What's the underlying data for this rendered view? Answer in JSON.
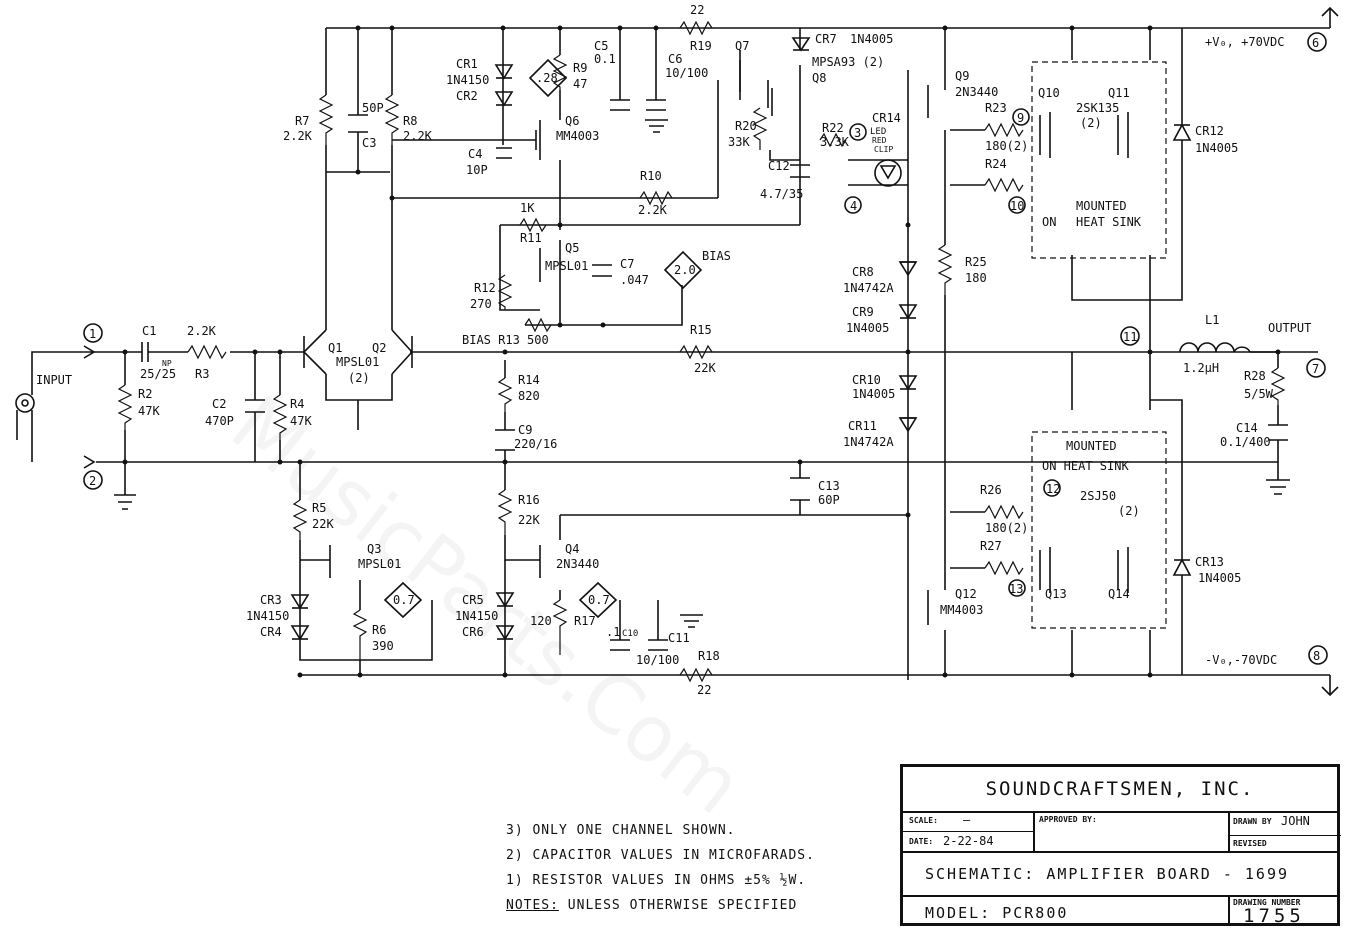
{
  "watermark": "MusicParts.Com",
  "rails": {
    "positive": "+V₀, +70VDC",
    "positive_node": "6",
    "negative": "-V₀,-70VDC",
    "negative_node": "8"
  },
  "io": {
    "input": "INPUT",
    "input_node": "1",
    "ground_node": "2",
    "output": "OUTPUT",
    "output_node": "7",
    "node11": "11"
  },
  "parts": {
    "C1": "C1",
    "C1v": "25/25",
    "np": "NP",
    "R3n": "R3",
    "R3v": "2.2K",
    "R2n": "R2",
    "R2v": "47K",
    "C2n": "C2",
    "C2v": "470P",
    "R4n": "R4",
    "R4v": "47K",
    "R7n": "R7",
    "R7v": "2.2K",
    "C3n": "C3",
    "C3v": "50P",
    "R8n": "R8",
    "R8v": "2.2K",
    "Q1": "Q1",
    "Q2": "Q2",
    "Q12type": "MPSL01",
    "Q12cnt": "(2)",
    "CR1": "CR1",
    "CR1t": "1N4150",
    "CR2": "CR2",
    "vb1": ".28",
    "R9n": "R9",
    "R9v": "47",
    "Q6": "Q6",
    "Q6t": "MM4003",
    "C4n": "C4",
    "C4v": "10P",
    "C5n": "C5",
    "C5v": "0.1",
    "C6n": "C6",
    "C6v": "10/100",
    "R19n": "R19",
    "R19v": "22",
    "Q7": "Q7",
    "Q8": "Q8",
    "Q78t": "MPSA93 (2)",
    "CR7": "CR7",
    "CR7t": "1N4005",
    "R20n": "R20",
    "R20v": "33K",
    "C12n": "C12",
    "C12v": "4.7/35",
    "R22n": "R22",
    "R22v": "3.3K",
    "CR14": "CR14",
    "CR14t": "LED",
    "red": "RED",
    "clip": "CLIP",
    "n3": "3",
    "n4": "4",
    "R10n": "R10",
    "R10v": "2.2K",
    "R11n": "R11",
    "R11v": "1K",
    "Q5": "Q5",
    "Q5t": "MPSL01",
    "C7n": "C7",
    "C7v": ".047",
    "vb2": "2.0",
    "bias": "BIAS",
    "R12n": "R12",
    "R12v": "270",
    "R13": "BIAS R13 500",
    "R15n": "R15",
    "R15v": "22K",
    "R14n": "R14",
    "R14v": "820",
    "C9n": "C9",
    "C9v": "220/16",
    "R16n": "R16",
    "R16v": "22K",
    "Q4": "Q4",
    "Q4t": "2N3440",
    "R5n": "R5",
    "R5v": "22K",
    "Q3": "Q3",
    "Q3t": "MPSL01",
    "CR3": "CR3",
    "CR3t": "1N4150",
    "CR4": "CR4",
    "R6n": "R6",
    "R6v": "390",
    "vb3": "0.7",
    "CR5": "CR5",
    "CR5t": "1N4150",
    "CR6": "CR6",
    "R17n": "R17",
    "R17v": "120",
    "vb4": "0.7",
    "C10v": ".1",
    "C10n": "C10",
    "C11n": "C11",
    "C11v": "10/100",
    "R18n": "R18",
    "R18v": "22",
    "C13n": "C13",
    "C13v": "60P",
    "CR8": "CR8",
    "CR8t": "1N4742A",
    "CR9": "CR9",
    "CR9t": "1N4005",
    "CR10": "CR10",
    "CR10t": "1N4005",
    "CR11": "CR11",
    "CR11t": "1N4742A",
    "Q9": "Q9",
    "Q9t": "2N3440",
    "Q12": "Q12",
    "Q12t": "MM4003",
    "R25n": "R25",
    "R25v": "180",
    "R23n": "R23",
    "R23v": "180(2)",
    "R24n": "R24",
    "n9": "9",
    "n10": "10",
    "Q10": "Q10",
    "Q11": "Q11",
    "Q1011t": "2SK135",
    "Q1011c": "(2)",
    "mount1a": "MOUNTED",
    "mount1b": "ON",
    "mount1c": "HEAT SINK",
    "CR12": "CR12",
    "CR12t": "1N4005",
    "R26n": "R26",
    "R26v": "180(2)",
    "R27n": "R27",
    "n12": "12",
    "n13": "13",
    "Q13": "Q13",
    "Q14": "Q14",
    "Q1314t": "2SJ50",
    "Q1314c": "(2)",
    "mount2a": "MOUNTED",
    "mount2b": "ON HEAT SINK",
    "CR13": "CR13",
    "CR13t": "1N4005",
    "L1n": "L1",
    "L1v": "1.2μH",
    "R28n": "R28",
    "R28v": "5/5W",
    "C14n": "C14",
    "C14v": "0.1/400"
  },
  "notes": [
    "3) ONLY ONE CHANNEL SHOWN.",
    "2) CAPACITOR VALUES IN MICROFARADS.",
    "1) RESISTOR VALUES IN OHMS ±5% ½W.",
    "UNLESS OTHERWISE SPECIFIED"
  ],
  "notes_head": "NOTES:",
  "titleblock": {
    "company": "SOUNDCRAFTSMEN, INC.",
    "scale_label": "SCALE:",
    "scale_value": "—",
    "date_label": "DATE:",
    "date_value": "2-22-84",
    "approved_label": "APPROVED BY:",
    "drawn_label": "DRAWN BY",
    "drawn_value": "JOHN",
    "revised_label": "REVISED",
    "title": "SCHEMATIC: AMPLIFIER BOARD - 1699",
    "model": "MODEL: PCR800",
    "drawing_label": "DRAWING NUMBER",
    "drawing_number": "1755"
  }
}
